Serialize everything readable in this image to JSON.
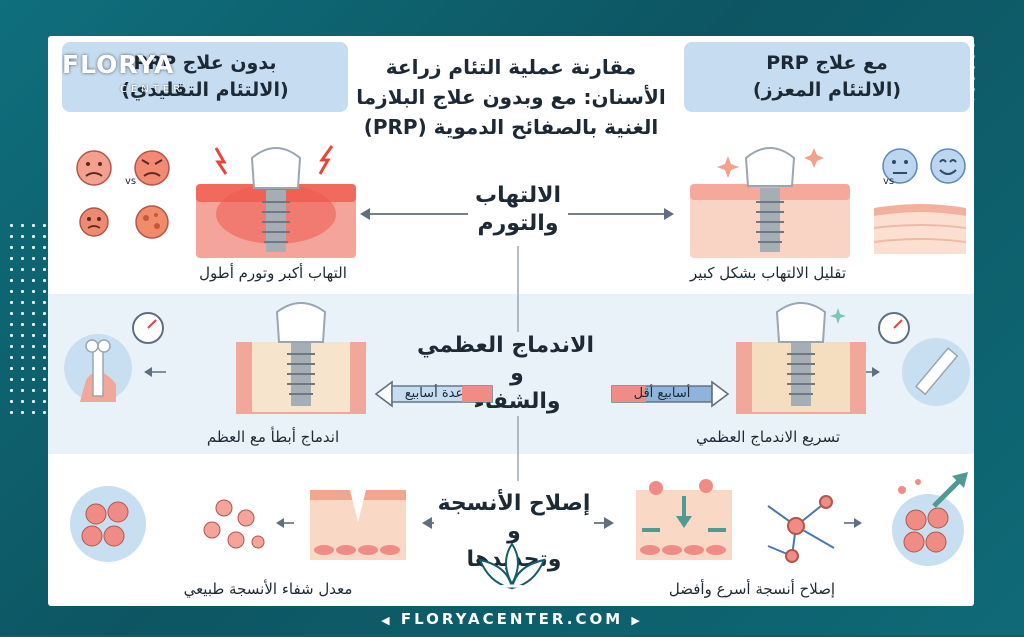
{
  "header": {
    "title": "مقارنة عملية التئام زراعة الأسنان: مع وبدون علاج البلازما الغنية بالصفائح الدموية (PRP)",
    "left_box_line1": "بدون علاج PRP",
    "left_box_line2": "(الالتئام التقليدي)",
    "right_box_line1": "مع علاج PRP",
    "right_box_line2": "(الالتئام المعزز)"
  },
  "rows": {
    "inflammation": {
      "title_line1": "الالتهاب",
      "title_line2": "والتورم",
      "left_caption": "التهاب أكبر وتورم أطول",
      "right_caption": "تقليل الالتهاب بشكل كبير",
      "vs_left": "vs",
      "vs_right": "vs"
    },
    "bone": {
      "title_line1": "الاندماج العظمي",
      "title_line2": "و",
      "title_line3": "والشفاء",
      "left_bar_label": "عدة أسابيع",
      "right_bar_label": "أسابيع أقل",
      "left_caption": "اندماج أبطأ مع العظم",
      "right_caption": "تسريع الاندماج العظمي"
    },
    "tissue": {
      "title_line1": "إصلاح الأنسجة",
      "title_line2": "و",
      "title_line3": "وتجديدها",
      "left_caption": "معدل شفاء الأنسجة طبيعي",
      "right_caption": "إصلاح أنسجة أسرع وأفضل"
    }
  },
  "brand": {
    "logo_text": "FLORYA",
    "logo_sub": "CENTER",
    "footer_text": "FLORYACENTER.COM"
  },
  "colors": {
    "accent_blue": "#c6dcf0",
    "band": "#eaf2f9",
    "teal_frame": "#0d5562",
    "gum_red": "#f08c86",
    "bar_blue": "#8fb3db"
  }
}
